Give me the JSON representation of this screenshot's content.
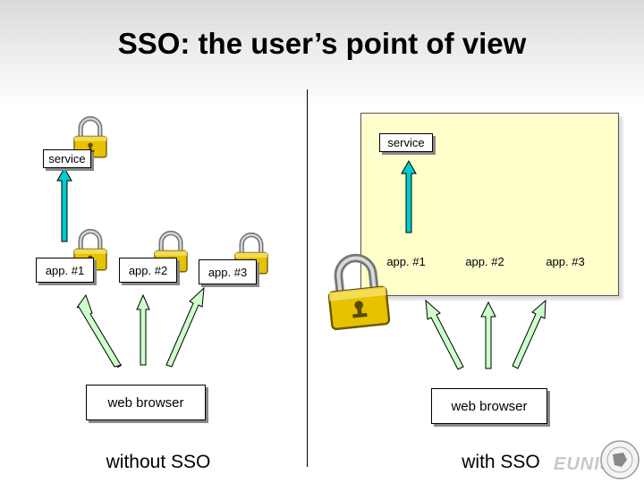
{
  "title": "SSO: the user’s point of view",
  "left": {
    "service_label": "service",
    "apps": [
      "app. #1",
      "app. #2",
      "app. #3"
    ],
    "browser_label": "web browser",
    "caption": "without SSO"
  },
  "right": {
    "service_label": "service",
    "apps": [
      "app. #1",
      "app. #2",
      "app. #3"
    ],
    "browser_label": "web browser",
    "caption": "with SSO"
  },
  "logo": {
    "text": "EUNIS"
  },
  "colors": {
    "panel_fill": "#ffffcc",
    "lock_body": "#e6c200",
    "arrow_up": "#00cccc",
    "arrow_browser": "#ccffcc"
  },
  "icons": {
    "lock": "padlock-icon",
    "logo": "eunis-logo"
  }
}
